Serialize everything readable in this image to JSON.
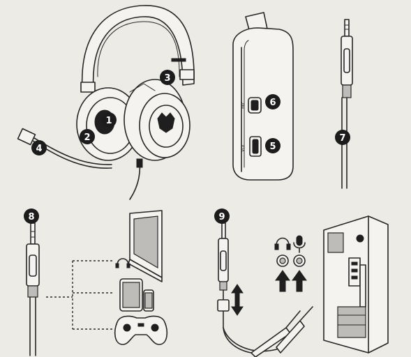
{
  "side_labels": {
    "mic": "Mic",
    "vol": "VOL"
  },
  "callouts": [
    {
      "id": "1",
      "label": "1"
    },
    {
      "id": "2",
      "label": "2"
    },
    {
      "id": "3",
      "label": "3"
    },
    {
      "id": "4",
      "label": "4"
    },
    {
      "id": "5",
      "label": "5"
    },
    {
      "id": "6",
      "label": "6"
    },
    {
      "id": "7",
      "label": "7"
    },
    {
      "id": "8",
      "label": "8"
    },
    {
      "id": "9",
      "label": "9"
    }
  ],
  "icons": [
    "headset-front-icon",
    "headset-side-icon",
    "plug-cable-icon",
    "laptop-icon",
    "tablet-icon",
    "phone-icon",
    "gamepad-icon",
    "headphone-icon",
    "microphone-icon",
    "splitter-cable-icon",
    "double-arrow-icon",
    "up-arrow-icon",
    "audio-jack-icon",
    "pc-tower-icon"
  ]
}
